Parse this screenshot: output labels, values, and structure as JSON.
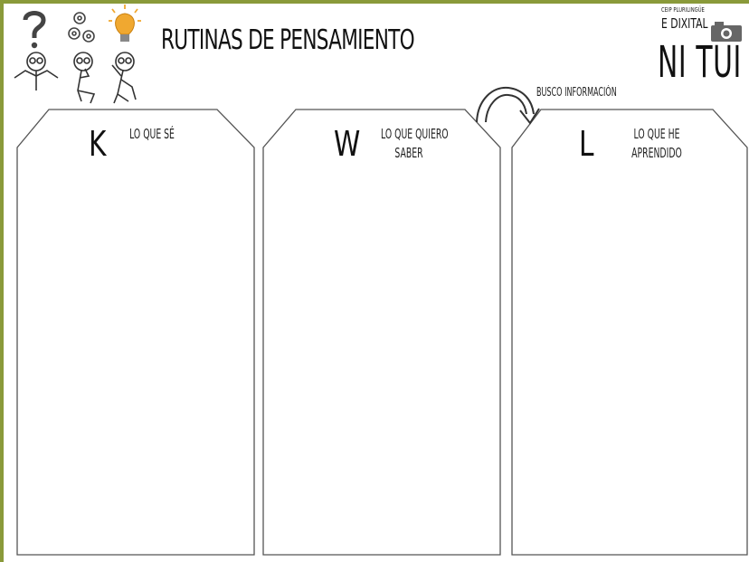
{
  "header": {
    "title": "RUTINAS DE PENSAMIENTO",
    "school_line1": "CEIP PLURILINGÜE",
    "school_line2": "E DIXITAL",
    "brand": "NI TUI"
  },
  "transition_label": "BUSCO INFORMACIÓN",
  "columns": [
    {
      "letter": "K",
      "label_line1": "LO QUE SÉ",
      "label_line2": ""
    },
    {
      "letter": "W",
      "label_line1": "LO QUE QUIERO",
      "label_line2": "SABER"
    },
    {
      "letter": "L",
      "label_line1": "LO QUE HE",
      "label_line2": "APRENDIDO"
    }
  ],
  "icons": [
    "question-mark-icon",
    "gears-icon",
    "lightbulb-icon",
    "stick-figure-confused-icon",
    "stick-figure-thinking-icon",
    "stick-figure-idea-icon",
    "camera-icon",
    "curved-arrow-icon"
  ],
  "colors": {
    "frame": "#8a9a3a",
    "lightbulb": "#f0a830",
    "outline": "#555555"
  }
}
